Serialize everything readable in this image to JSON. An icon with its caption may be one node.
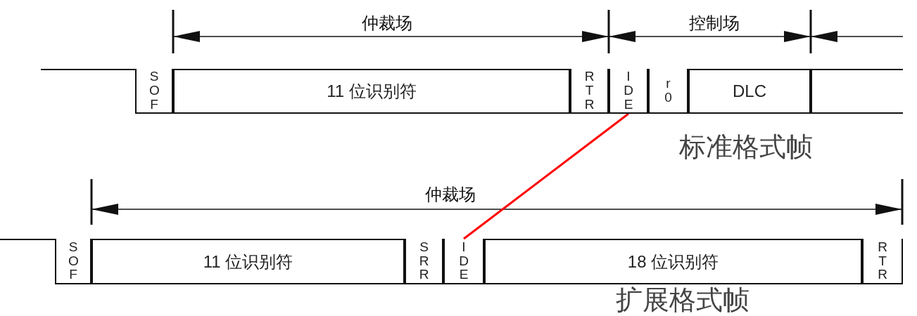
{
  "diagram": {
    "nodes": [
      {
        "text": [
          "SOF"
        ]
      },
      {
        "text": [
          "11 位识别符"
        ]
      },
      {
        "text": [
          "RTR"
        ]
      },
      {
        "text": [
          "IDE"
        ]
      },
      {
        "text": [
          "r0"
        ]
      },
      {
        "text": [
          "DLC"
        ]
      },
      {
        "text": [],
        "shape": "box"
      },
      {
        "text": [
          "SOF"
        ]
      },
      {
        "text": [
          "11 位识别符"
        ]
      },
      {
        "text": [
          "SRR"
        ]
      },
      {
        "text": [
          "IDE"
        ]
      },
      {
        "text": [
          "18 位识别符"
        ]
      },
      {
        "text": [
          "RTR"
        ]
      }
    ],
    "edges": [
      {
        "from": 3,
        "to": 10,
        "arrow": "none",
        "color": "#ff0000"
      }
    ],
    "labels": [
      "仲裁场",
      "控制场",
      "标准格式帧",
      "仲裁场",
      "扩展格式帧"
    ]
  }
}
